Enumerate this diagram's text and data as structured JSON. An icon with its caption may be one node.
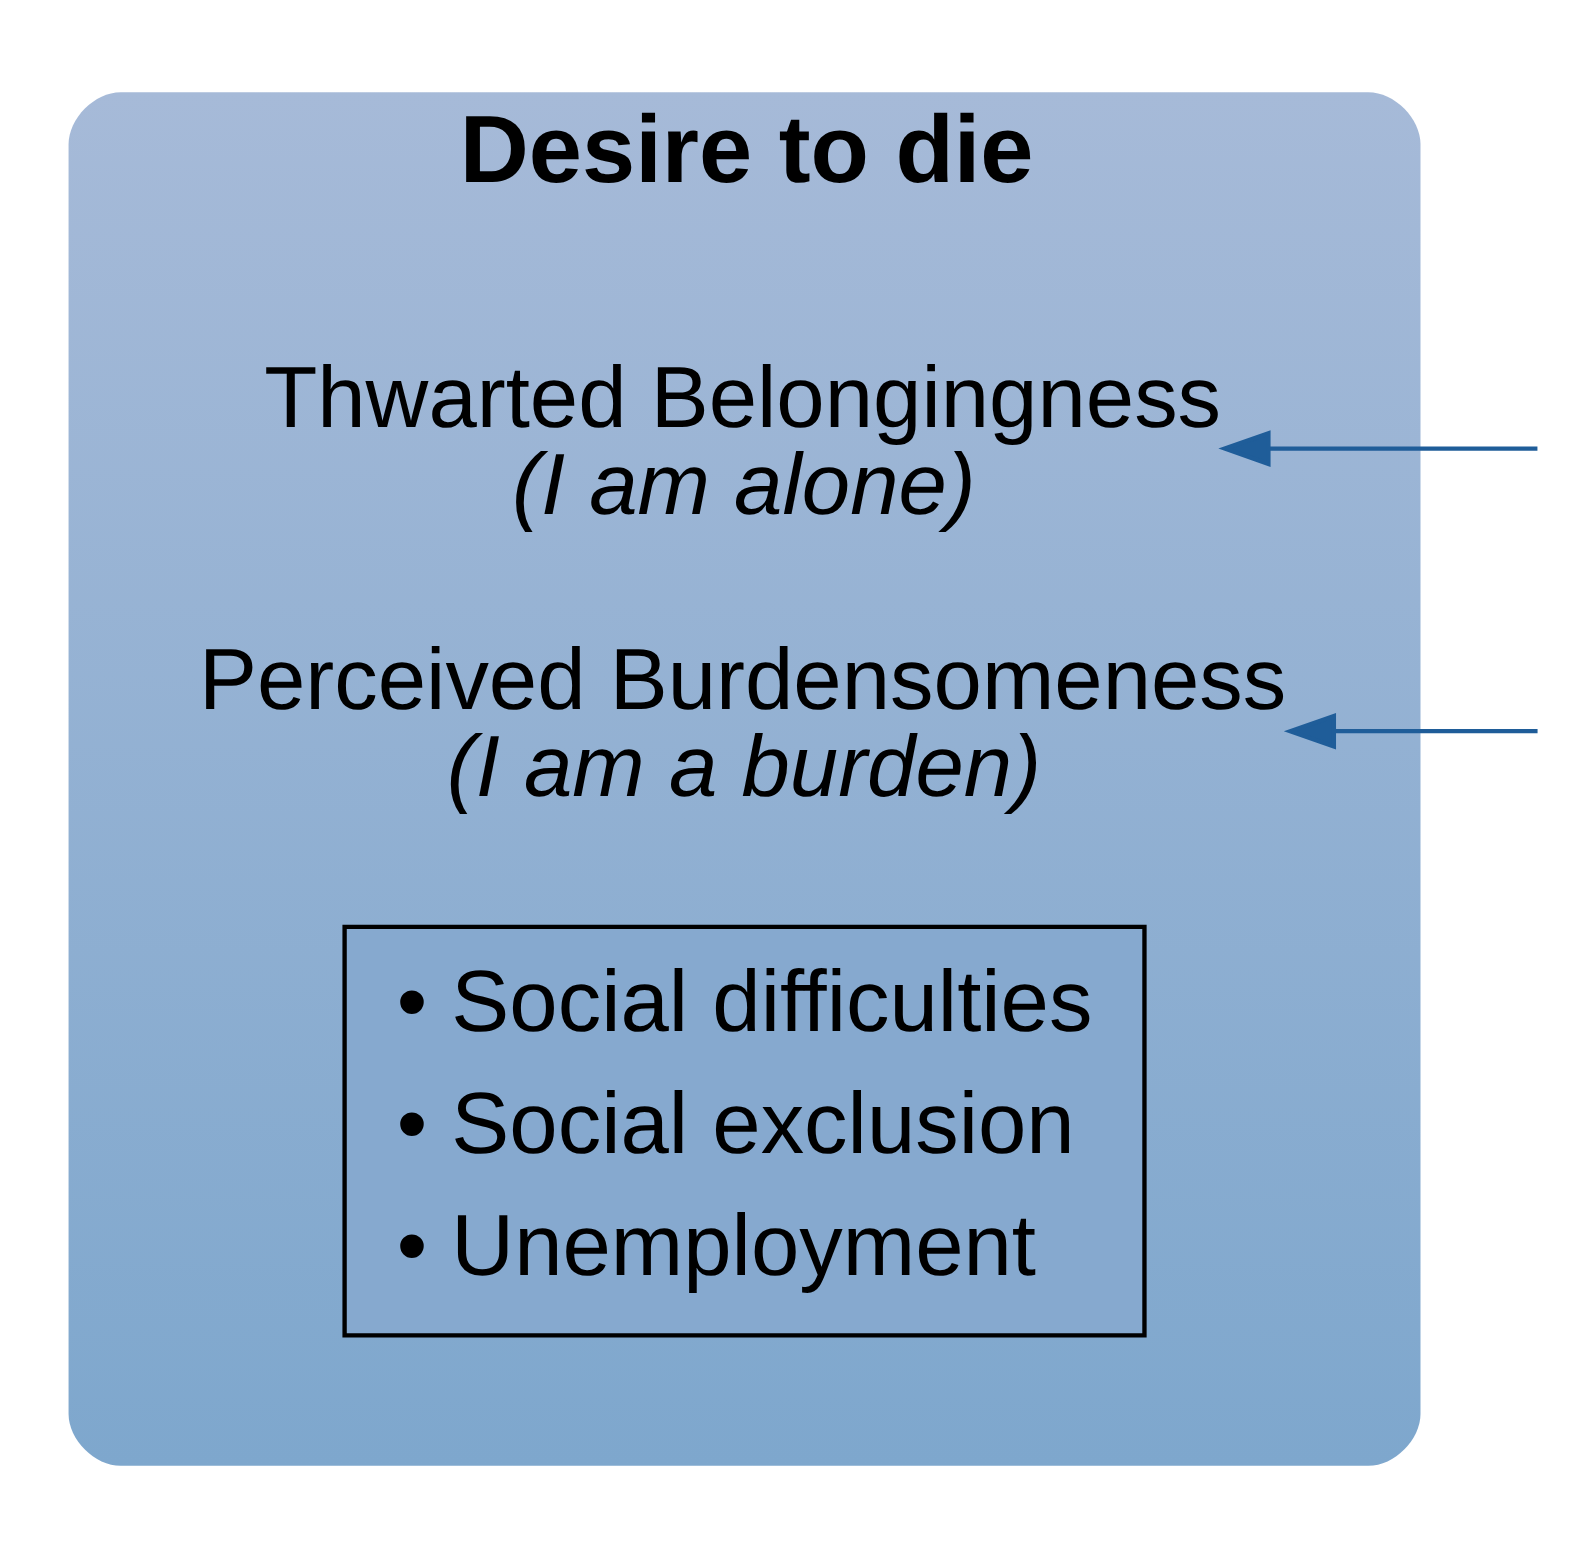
{
  "diagram": {
    "nodes": [
      {
        "text": [
          "Desire to die"
        ]
      },
      {
        "text": [
          "Thwarted Belongingness",
          "(I am alone)"
        ],
        "in": 0
      },
      {
        "text": [
          "Perceived Burdensomeness",
          "(I am a burden)"
        ],
        "in": 0
      },
      {
        "text": [
          "• Social difficulties",
          "• Social exclusion",
          "• Unemployment"
        ],
        "in": 0
      }
    ],
    "edges": [
      {
        "from": null,
        "to": 1,
        "arrow": "to",
        "color": "#1f5d99"
      },
      {
        "from": null,
        "to": 2,
        "arrow": "to",
        "color": "#1f5d99"
      }
    ]
  }
}
